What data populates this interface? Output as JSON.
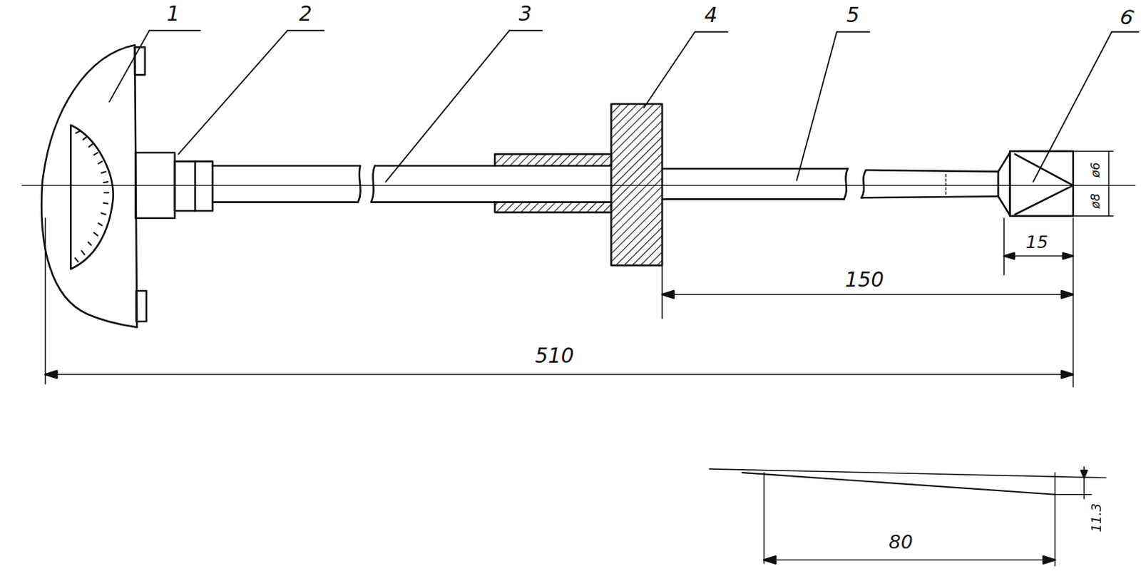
{
  "diagram": {
    "labels": [
      "1",
      "2",
      "3",
      "4",
      "5",
      "6",
      "510",
      "150",
      "15",
      "80",
      "11.3",
      "ø6",
      "ø8"
    ]
  }
}
